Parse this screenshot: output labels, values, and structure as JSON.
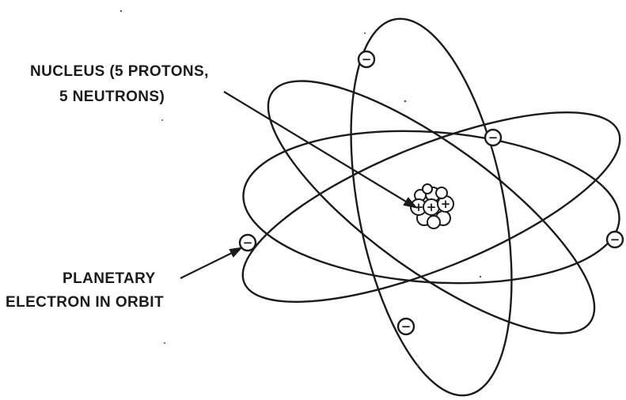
{
  "diagram": {
    "nucleus_label": {
      "line1": "NUCLEUS (5 PROTONS,",
      "line2": "5 NEUTRONS)"
    },
    "electron_label": {
      "line1": "PLANETARY",
      "line2": "ELECTRON IN ORBIT"
    },
    "electron_charge_symbol": "−",
    "proton_charge_symbol": "+",
    "electron_count": 5,
    "orbit_count": 4,
    "ink_color": "#1b1b1b",
    "background_color": "#ffffff",
    "icons": {
      "electron": "electron-minus-circle-icon",
      "proton": "proton-plus-circle-icon"
    }
  }
}
